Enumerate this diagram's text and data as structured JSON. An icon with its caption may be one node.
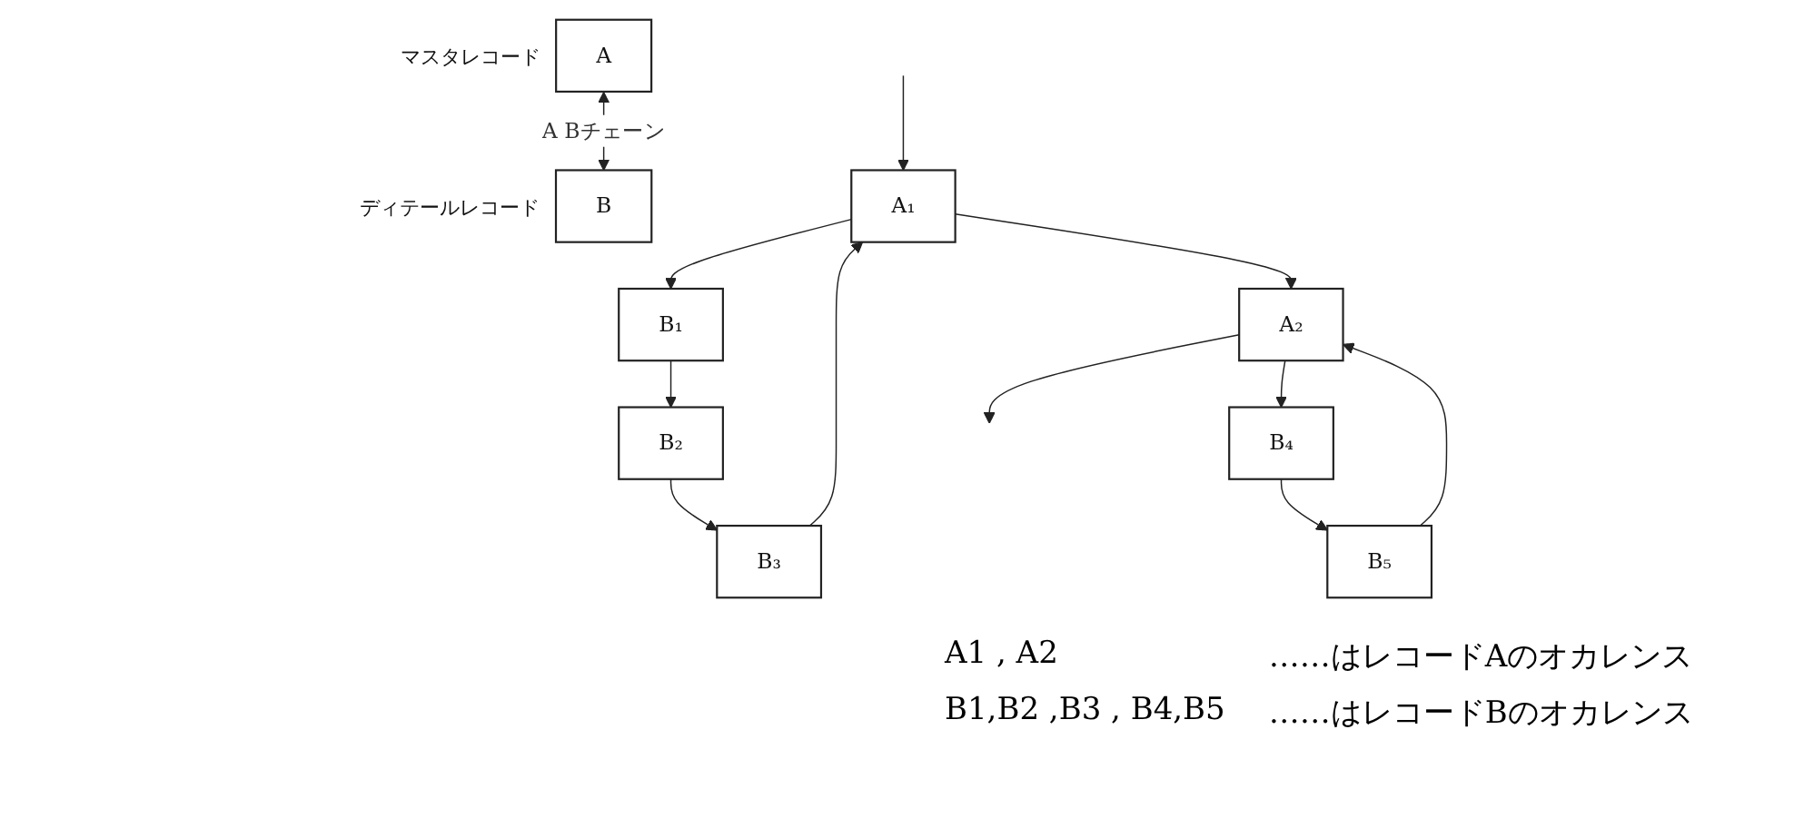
{
  "diagram": {
    "nodes": [
      {
        "text": [
          "A"
        ],
        "beside": [
          "マスタレコード"
        ]
      },
      {
        "text": [
          "B"
        ],
        "beside": [
          "ディテールレコード"
        ]
      },
      {
        "text": [
          "A₁"
        ]
      },
      {
        "text": [
          "B₁"
        ]
      },
      {
        "text": [
          "B₂"
        ]
      },
      {
        "text": [
          "B₃"
        ]
      },
      {
        "text": [
          "A₂"
        ]
      },
      {
        "text": [
          "B₄"
        ]
      },
      {
        "text": [
          "B₅"
        ]
      }
    ],
    "edges": [
      {
        "from": 0,
        "to": 1,
        "arrow": "both",
        "label": "A Bチェーン"
      },
      {
        "from": null,
        "to": 2,
        "arrow": "to"
      },
      {
        "from": 2,
        "to": 3,
        "arrow": "to"
      },
      {
        "from": 3,
        "to": 4,
        "arrow": "to"
      },
      {
        "from": 4,
        "to": 5,
        "arrow": "to"
      },
      {
        "from": 5,
        "to": 2,
        "arrow": "to"
      },
      {
        "from": 2,
        "to": 6,
        "arrow": "to"
      },
      {
        "from": 6,
        "to": 7,
        "arrow": "to"
      },
      {
        "from": 7,
        "to": 8,
        "arrow": "to"
      },
      {
        "from": 8,
        "to": 6,
        "arrow": "to"
      },
      {
        "from": 6,
        "to": null,
        "arrow": "to"
      }
    ],
    "labels": [
      "A1 , A2",
      "……はレコードAのオカレンス",
      "B1,B2 ,B3 , B4,B5",
      "……はレコードBのオカレンス"
    ]
  }
}
